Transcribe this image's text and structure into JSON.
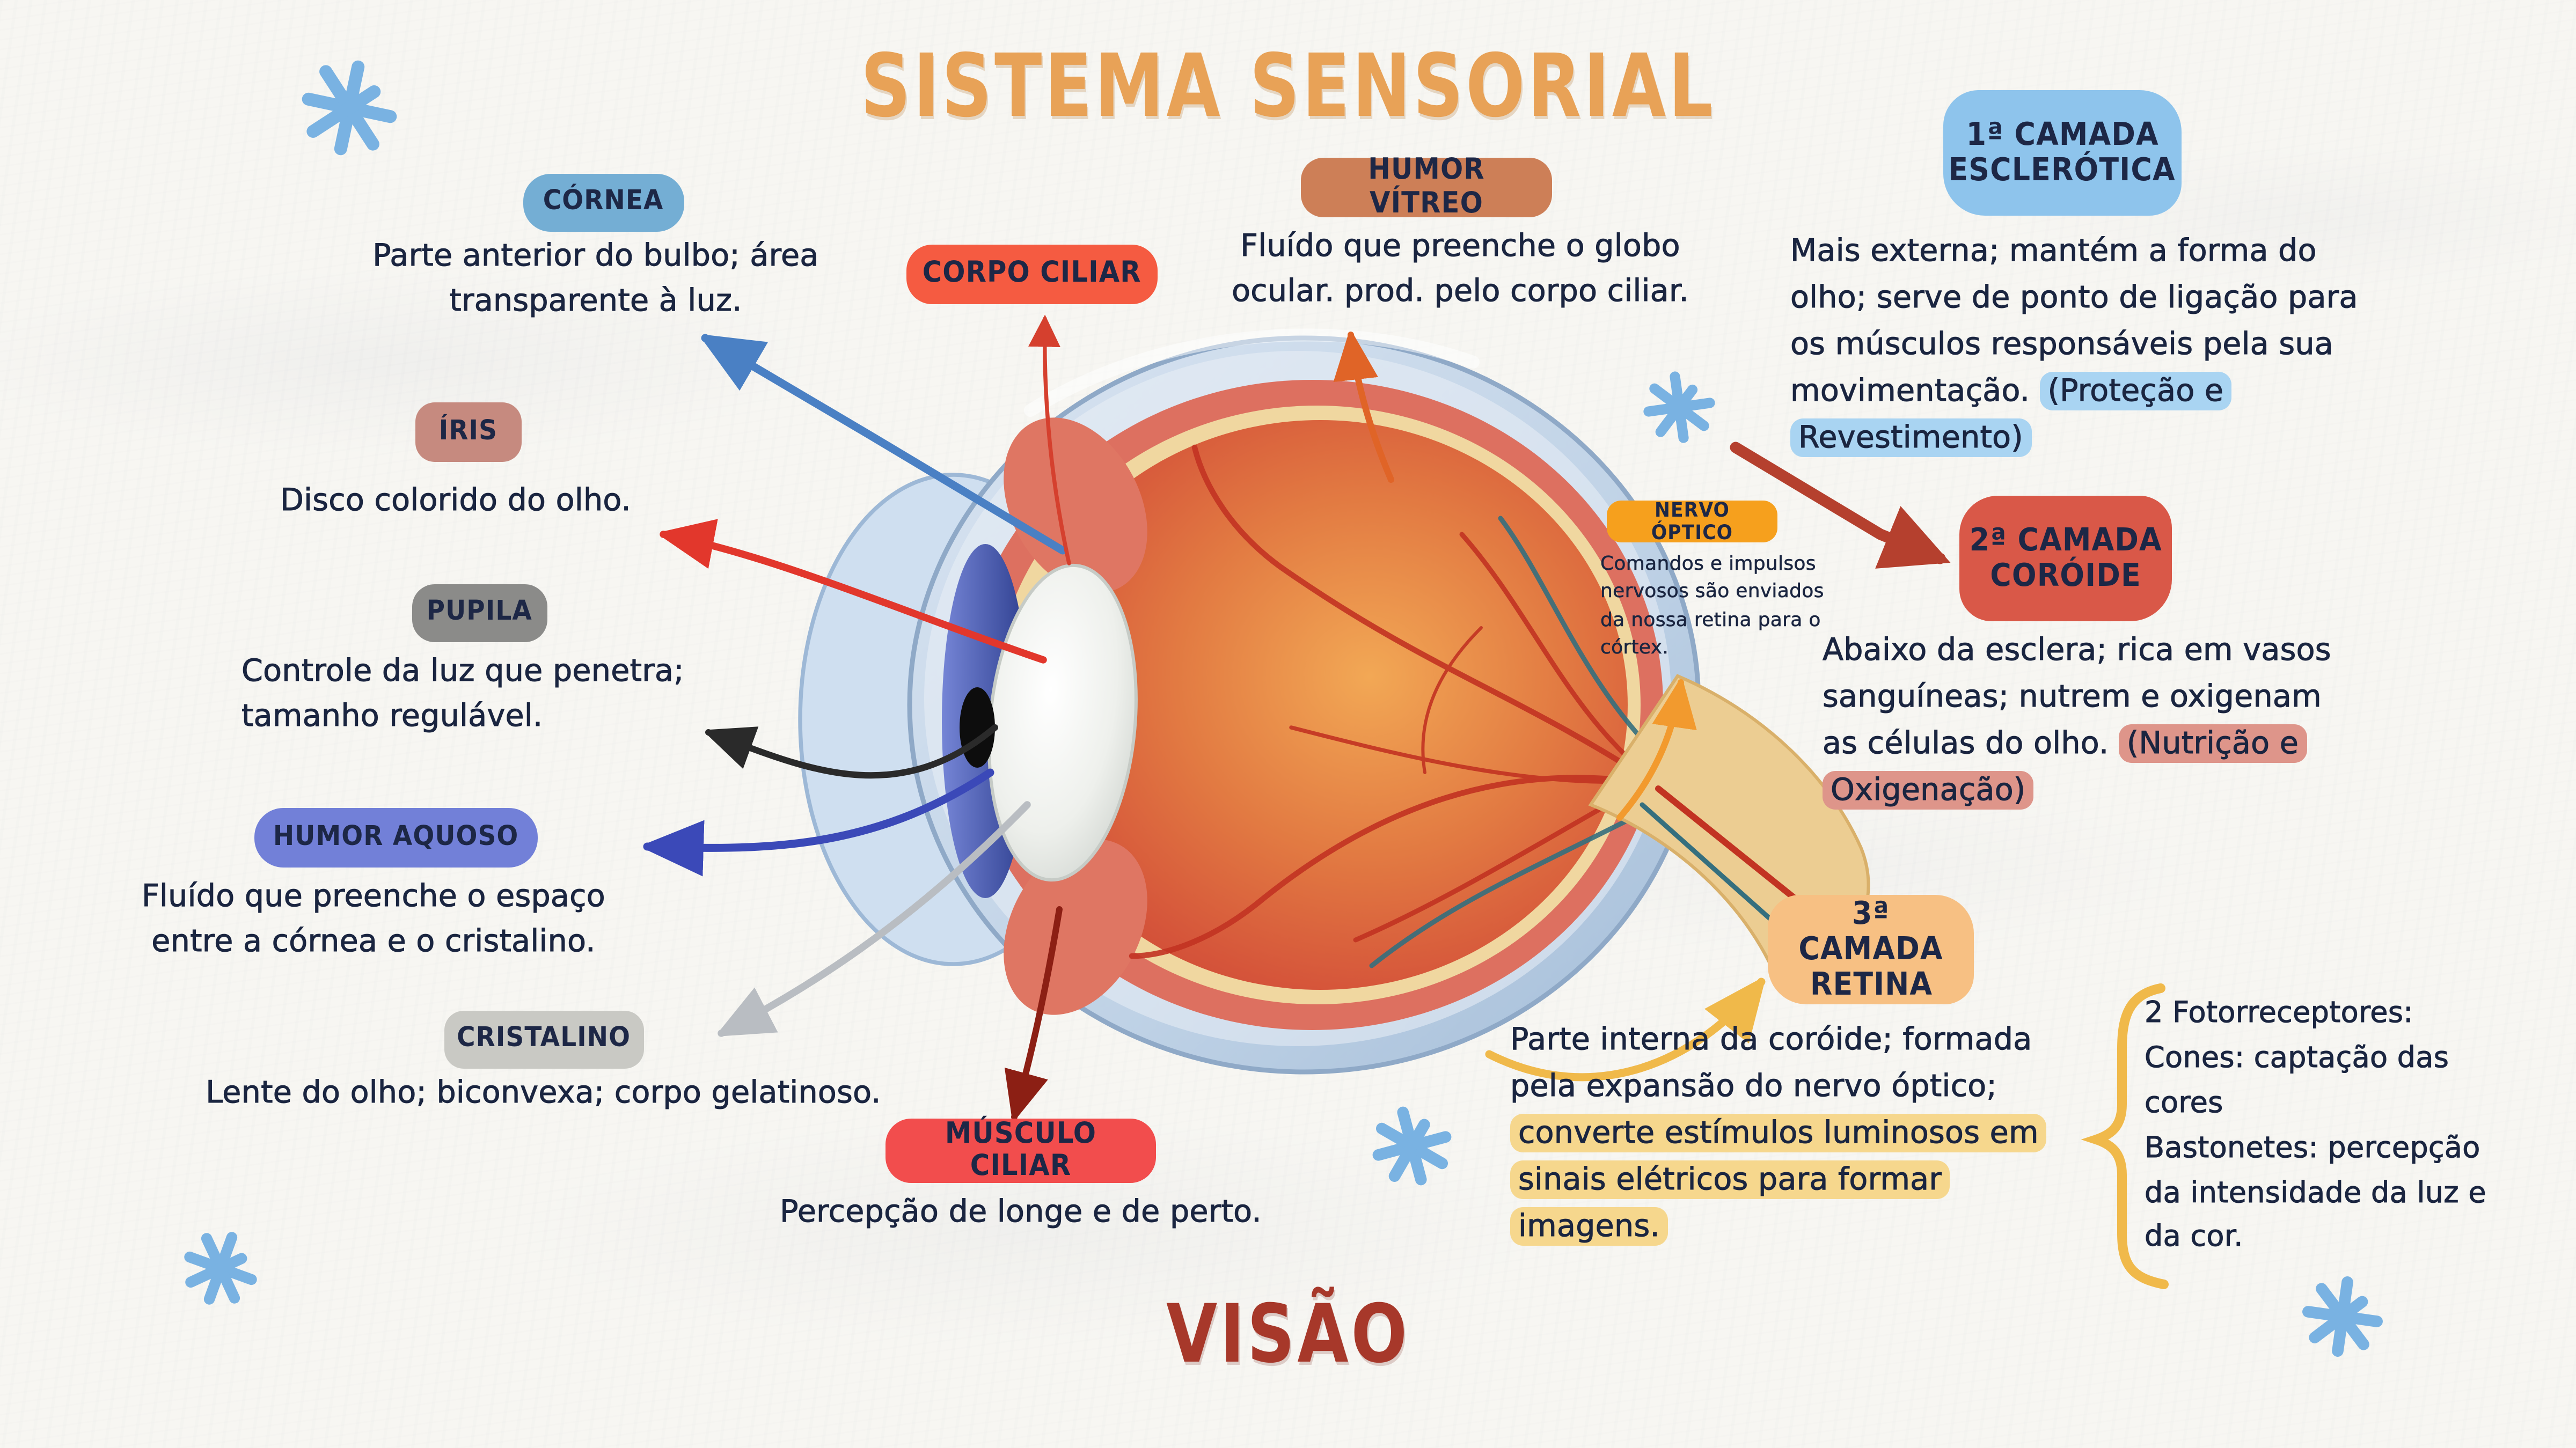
{
  "title": "SISTEMA SENSORIAL",
  "footer": "VISÃO",
  "colors": {
    "background_paper": "#f7f6f2",
    "title": "#e8a257",
    "footer": "#a7382a",
    "body_text": "#1a2540",
    "pill_cornea": "#74aed4",
    "pill_iris": "#c68a7f",
    "pill_pupila": "#8b8b89",
    "pill_humor_aquoso": "#7280d8",
    "pill_cristalino": "#c9c9c4",
    "pill_musculo_ciliar": "#f24d4d",
    "pill_corpo_ciliar": "#f55b41",
    "pill_humor_vitreo": "#cd7f57",
    "pill_nervo_optico": "#f6a01d",
    "pill_camada1": "#8ec4ec",
    "pill_camada2": "#d95848",
    "pill_camada3": "#f7c083",
    "highlight_blue": "#a9d4f2",
    "highlight_salmon": "#de958a",
    "highlight_yellow": "#f6d78d",
    "asterisk_blue": "#79b2e2"
  },
  "cornea": {
    "label": "CÓRNEA",
    "desc": "Parte anterior do bulbo; área transparente à luz."
  },
  "iris": {
    "label": "ÍRIS",
    "desc": "Disco colorido do olho."
  },
  "pupila": {
    "label": "PUPILA",
    "desc": "Controle da luz que penetra; tamanho regulável."
  },
  "humor_aquoso": {
    "label": "HUMOR AQUOSO",
    "desc": "Fluído que preenche o espaço entre a córnea e o cristalino."
  },
  "cristalino": {
    "label": "CRISTALINO",
    "desc": "Lente do olho; biconvexa; corpo gelatinoso."
  },
  "musculo_ciliar": {
    "label": "MÚSCULO CILIAR",
    "desc": "Percepção de longe e de perto."
  },
  "corpo_ciliar": {
    "label": "CORPO CILIAR"
  },
  "humor_vitreo": {
    "label": "HUMOR VÍTREO",
    "desc": "Fluído que preenche o globo ocular. prod. pelo corpo ciliar."
  },
  "nervo_optico": {
    "label": "NERVO ÓPTICO",
    "desc": "Comandos e impulsos nervosos são enviados da nossa retina para o córtex."
  },
  "camada1": {
    "label_line1": "1ª CAMADA",
    "label_line2": "ESCLERÓTICA",
    "desc_pre": "Mais externa; mantém a forma do olho; serve de ponto de ligação para os músculos responsáveis pela sua movimentação. ",
    "desc_highlight": "(Proteção e Revestimento)"
  },
  "camada2": {
    "label_line1": "2ª CAMADA",
    "label_line2": "CORÓIDE",
    "desc_pre": "Abaixo da esclera; rica em vasos sanguíneas; nutrem e oxigenam as células do olho. ",
    "desc_highlight": "(Nutrição e Oxigenação)"
  },
  "camada3": {
    "label_line1": "3ª CAMADA",
    "label_line2": "RETINA",
    "desc_pre": "Parte interna da coróide; formada pela expansão do nervo óptico; ",
    "desc_highlight": "converte estímulos luminosos em sinais elétricos para formar imagens."
  },
  "fotorreceptores": {
    "line1": "2 Fotorreceptores:",
    "line2": "Cones: captação das cores",
    "line3": "Bastonetes: percepção da intensidade da luz e da cor."
  }
}
